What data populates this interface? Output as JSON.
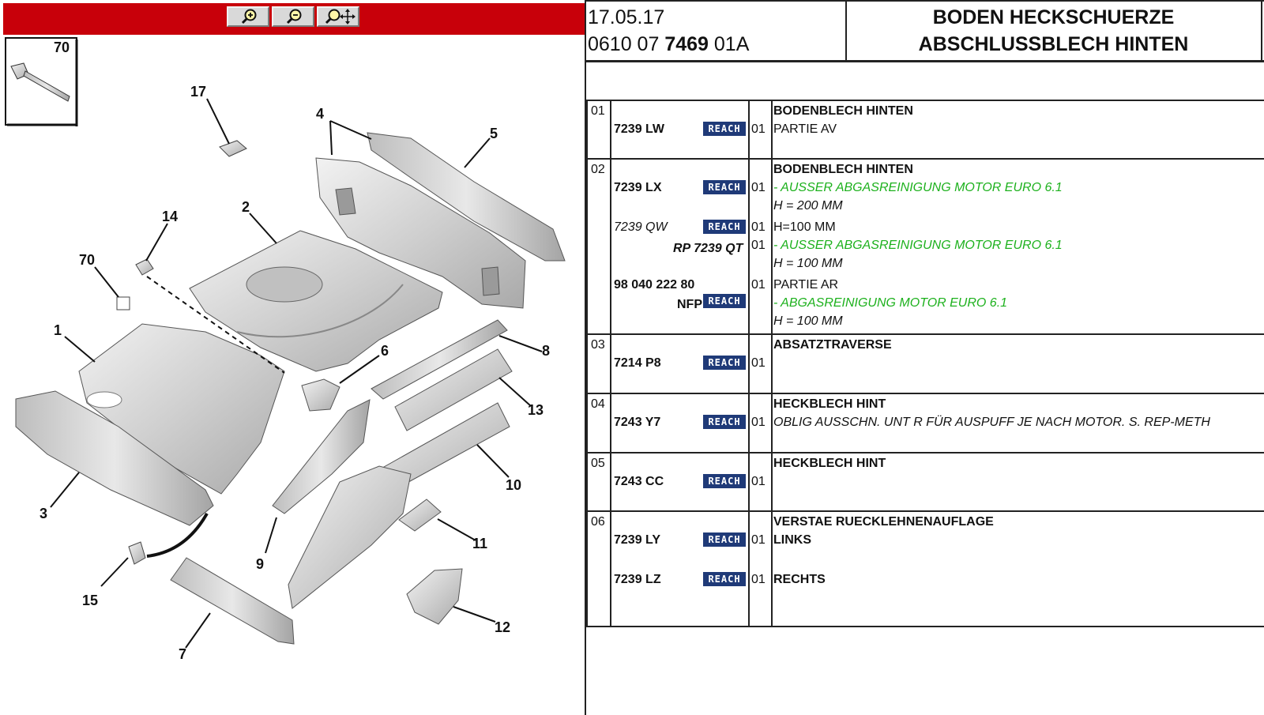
{
  "toolbar": {
    "zoom_in_icon": "zoom-in-icon",
    "zoom_out_icon": "zoom-out-icon",
    "zoom_pan_icon": "zoom-pan-icon"
  },
  "diagram": {
    "inset_label": "70",
    "callouts": [
      "17",
      "4",
      "5",
      "14",
      "2",
      "70",
      "1",
      "6",
      "8",
      "13",
      "3",
      "10",
      "11",
      "9",
      "15",
      "12",
      "7"
    ]
  },
  "header": {
    "date": "17.05.17",
    "code_prefix": "0610 07 ",
    "code_bold": "7469",
    "code_suffix": " 01A",
    "title_line1": "BODEN HECKSCHUERZE",
    "title_line2": "ABSCHLUSSBLECH HINTEN"
  },
  "badge_label": "REACH",
  "colors": {
    "toolbar_red": "#c8000a",
    "reach_blue": "#1f3a78",
    "note_green": "#1db11d"
  },
  "rows": [
    {
      "index": "01",
      "lines": [
        {
          "ref": "7239 LW",
          "qty": "01",
          "desc": "BODENBLECH HINTEN",
          "desc2": "PARTIE AV"
        }
      ]
    },
    {
      "index": "02",
      "lines": [
        {
          "ref": "7239 LX",
          "qty": "01",
          "desc": "BODENBLECH HINTEN",
          "note": "- AUSSER ABGASREINIGUNG MOTOR EURO 6.1",
          "sub": "H = 200 MM"
        },
        {
          "ref": "7239 QW",
          "qty": "01",
          "desc": "H=100 MM"
        },
        {
          "ref": "RP 7239 QT",
          "qty": "01",
          "note": "- AUSSER ABGASREINIGUNG MOTOR EURO 6.1",
          "sub": "H = 100 MM"
        },
        {
          "ref": "98 040 222 80",
          "ref2": "NFP",
          "qty": "01",
          "desc": "PARTIE AR",
          "note": "- ABGASREINIGUNG MOTOR EURO 6.1",
          "sub": "H = 100 MM"
        }
      ]
    },
    {
      "index": "03",
      "lines": [
        {
          "ref": "7214 P8",
          "qty": "01",
          "desc": "ABSATZTRAVERSE"
        }
      ]
    },
    {
      "index": "04",
      "lines": [
        {
          "ref": "7243 Y7",
          "qty": "01",
          "desc": "HECKBLECH HINT",
          "note": "OBLIG AUSSCHN. UNT R FÜR AUSPUFF JE NACH MOTOR. S. REP-METH"
        }
      ]
    },
    {
      "index": "05",
      "lines": [
        {
          "ref": "7243 CC",
          "qty": "01",
          "desc": "HECKBLECH HINT"
        }
      ]
    },
    {
      "index": "06",
      "lines": [
        {
          "ref": "7239 LY",
          "qty": "01",
          "desc": "VERSTAE RUECKLEHNENAUFLAGE",
          "desc2": "LINKS"
        },
        {
          "ref": "7239 LZ",
          "qty": "01",
          "desc": "RECHTS"
        }
      ]
    }
  ]
}
